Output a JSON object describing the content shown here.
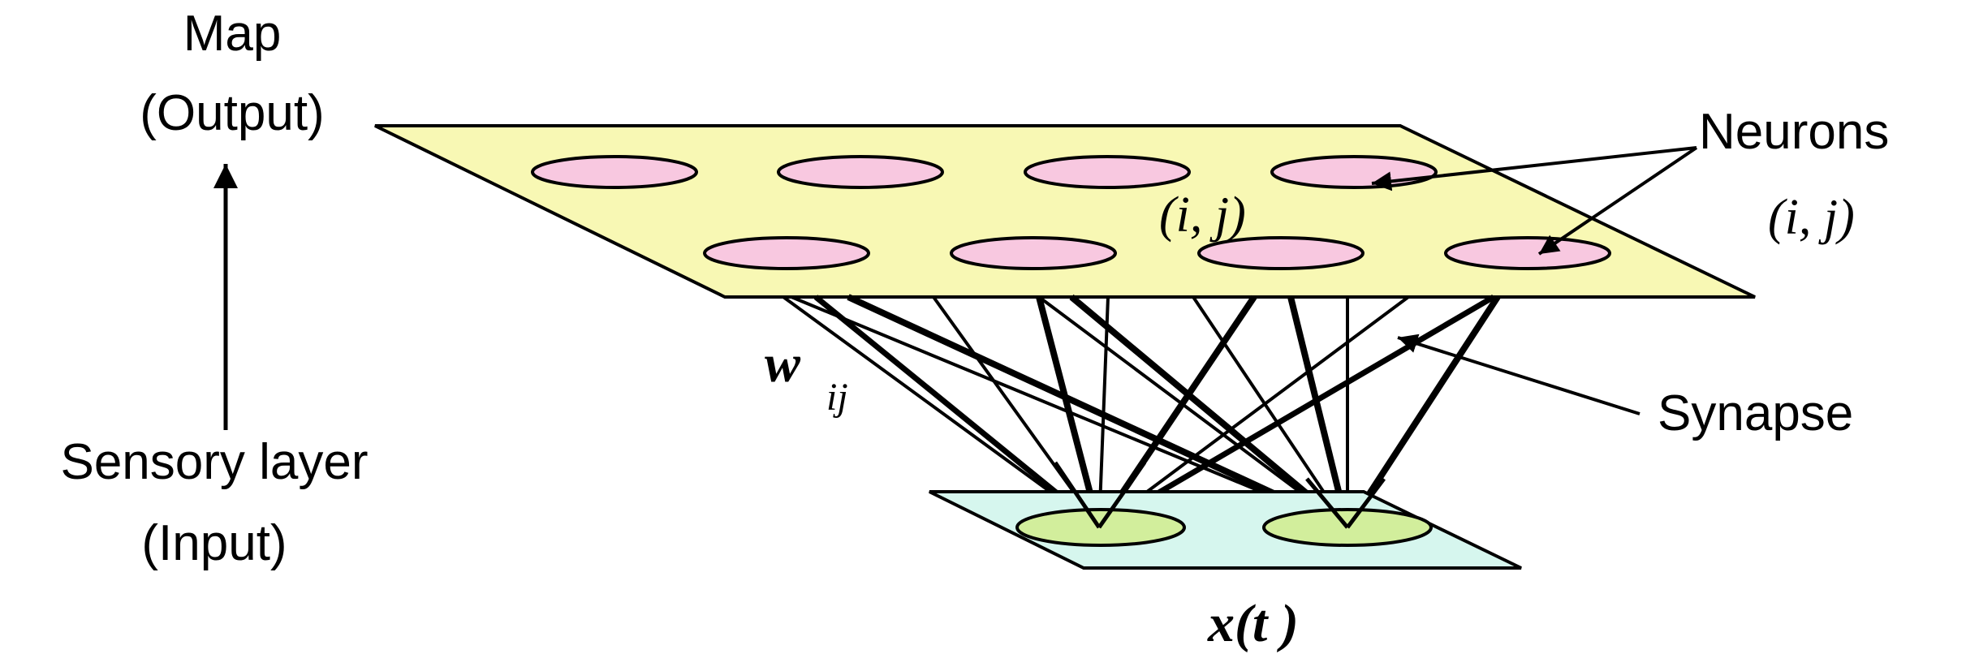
{
  "labels": {
    "map": "Map",
    "output": "(Output)",
    "neurons": "Neurons",
    "neurons_index": "(i, j)",
    "inner_index": "(i, j)",
    "synapse": "Synapse",
    "sensory_layer": "Sensory layer",
    "input": "(Input)",
    "weight_symbol": "w",
    "weight_subscript": "ij",
    "input_vector": "x(t )"
  },
  "colors": {
    "map_plane": "#f8f8b4",
    "neuron": "#f8c8e0",
    "input_plane": "#d6f6ee",
    "input_node": "#d2ee9c",
    "stroke": "#000000"
  }
}
